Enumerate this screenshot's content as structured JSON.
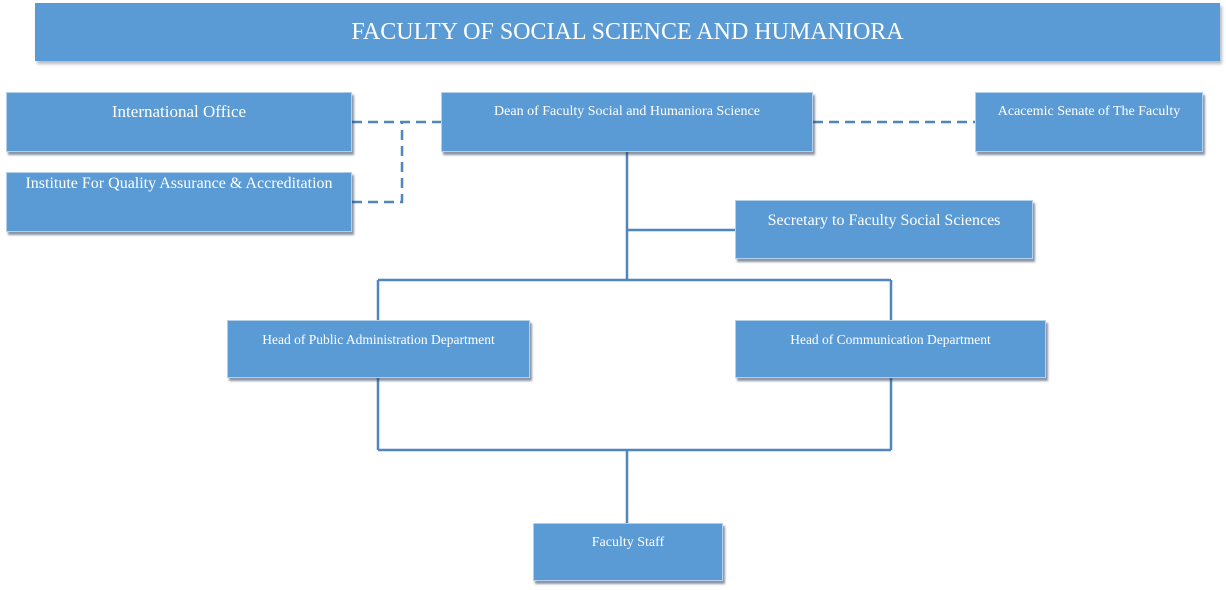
{
  "title": "FACULTY OF SOCIAL SCIENCE AND HUMANIORA",
  "nodes": {
    "international_office": "International Office",
    "quality_assurance": "Institute For Quality Assurance & Accreditation",
    "dean": "Dean of Faculty Social and Humaniora Science",
    "senate": "Acacemic Senate of The Faculty",
    "secretary": "Secretary to Faculty Social Sciences",
    "head_public_admin": "Head of Public Administration Department",
    "head_communication": "Head of Communication Department",
    "faculty_staff": "Faculty Staff"
  },
  "colors": {
    "box_fill": "#5b9bd5",
    "connector": "#4f86bd"
  }
}
